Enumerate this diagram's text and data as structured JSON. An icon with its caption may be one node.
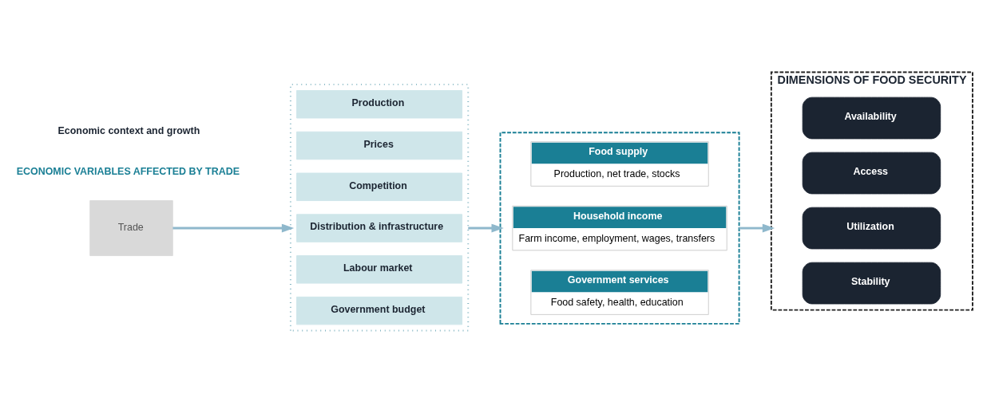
{
  "diagram": {
    "nodes": [
      {
        "text": [
          "Trade"
        ]
      },
      {
        "text": [],
        "shape": "box"
      },
      {
        "text": [
          "Production"
        ],
        "in": 1
      },
      {
        "text": [
          "Prices"
        ],
        "in": 1
      },
      {
        "text": [
          "Competition"
        ],
        "in": 1
      },
      {
        "text": [
          "Distribution & infrastructure"
        ],
        "in": 1
      },
      {
        "text": [
          "Labour market"
        ],
        "in": 1
      },
      {
        "text": [
          "Government budget"
        ],
        "in": 1
      },
      {
        "text": [],
        "shape": "box"
      },
      {
        "text": [
          "Food supply",
          "Production, net trade, stocks"
        ],
        "in": 8
      },
      {
        "text": [
          "Household income",
          "Farm income, employment, wages, transfers"
        ],
        "in": 8
      },
      {
        "text": [
          "Government services",
          "Food safety, health, education"
        ],
        "in": 8
      },
      {
        "text": [
          "DIMENSIONS OF FOOD SECURITY"
        ]
      },
      {
        "text": [
          "Availability"
        ],
        "in": 12
      },
      {
        "text": [
          "Access"
        ],
        "in": 12
      },
      {
        "text": [
          "Utilization"
        ],
        "in": 12
      },
      {
        "text": [
          "Stability"
        ],
        "in": 12
      }
    ],
    "edges": [
      {
        "from": 0,
        "to": 1,
        "arrow": "to"
      },
      {
        "from": 1,
        "to": 8,
        "arrow": "to"
      },
      {
        "from": 8,
        "to": 12,
        "arrow": "to"
      }
    ],
    "labels": [
      "ECONOMIC VARIABLES AFFECTED BY TRADE",
      "Economic context and growth"
    ]
  }
}
